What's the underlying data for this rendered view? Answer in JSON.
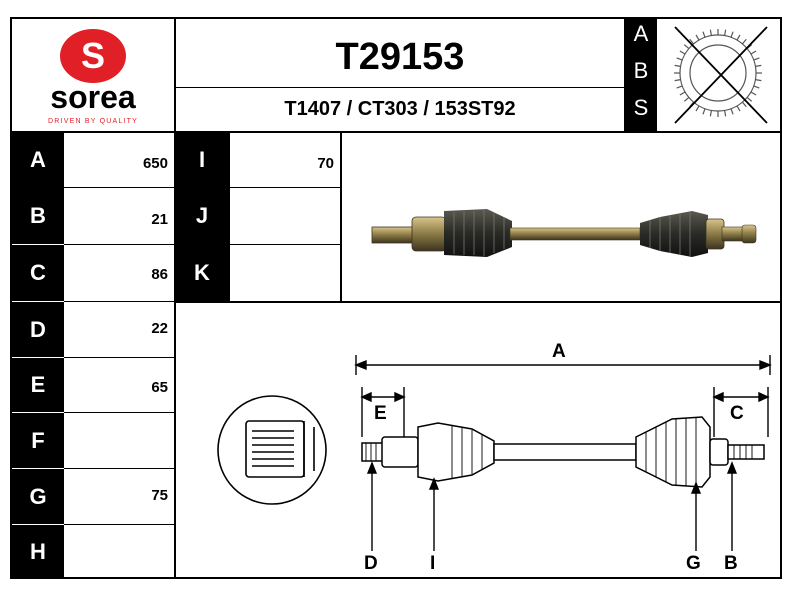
{
  "header": {
    "part_number": "T29153",
    "cross_refs": "T1407 / CT303 / 153ST92"
  },
  "logo": {
    "brand": "sorea",
    "tagline": "DRIVEN BY QUALITY",
    "mark_letter": "S",
    "brand_color": "#e11f26"
  },
  "abs_letters": [
    "A",
    "B",
    "S"
  ],
  "specs_left": [
    {
      "label": "A",
      "value": "650"
    },
    {
      "label": "B",
      "value": "21"
    },
    {
      "label": "C",
      "value": "86"
    },
    {
      "label": "D",
      "value": "22"
    },
    {
      "label": "E",
      "value": "65"
    },
    {
      "label": "F",
      "value": ""
    },
    {
      "label": "G",
      "value": "75"
    },
    {
      "label": "H",
      "value": ""
    }
  ],
  "specs_right": [
    {
      "label": "I",
      "value": "70"
    },
    {
      "label": "J",
      "value": ""
    },
    {
      "label": "K",
      "value": ""
    }
  ],
  "diagram": {
    "dim_A": "A",
    "dim_E": "E",
    "dim_C": "C",
    "callout_D": "D",
    "callout_I": "I",
    "callout_G": "G",
    "callout_B": "B"
  }
}
